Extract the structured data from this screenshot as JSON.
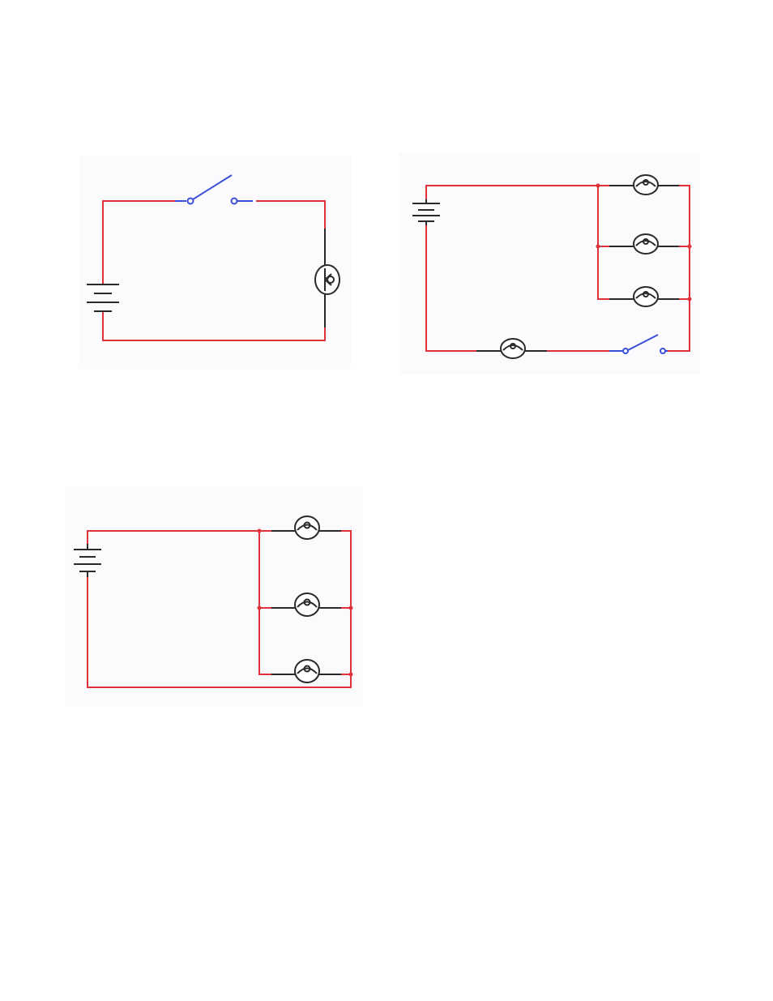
{
  "colors": {
    "wire": "#e0303a",
    "component": "#2a2a2a",
    "switch": "#3a4fd8",
    "node": "#e0303a",
    "panel": "#fbfbfd"
  },
  "diagrams": [
    {
      "id": "circuit-1",
      "components": [
        "battery",
        "switch",
        "lamp"
      ]
    },
    {
      "id": "circuit-2",
      "components": [
        "battery",
        "lamp",
        "lamp",
        "lamp",
        "lamp",
        "switch"
      ]
    },
    {
      "id": "circuit-3",
      "components": [
        "battery",
        "lamp",
        "lamp",
        "lamp"
      ]
    }
  ]
}
